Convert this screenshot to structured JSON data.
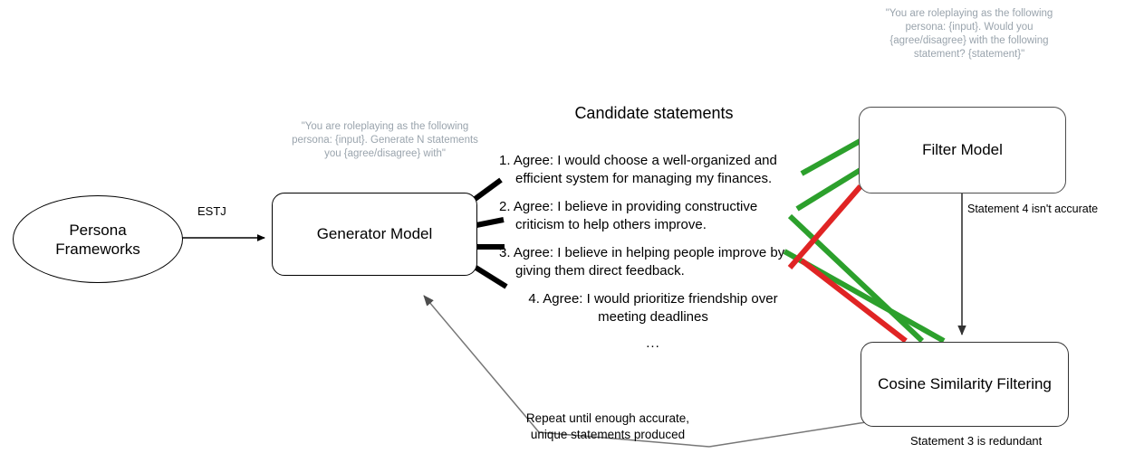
{
  "diagram": {
    "title": "Persona statement generation and filtering pipeline",
    "colors": {
      "approve_line": "#2ca02c",
      "reject_line": "#e02424",
      "prompt_text": "#9aa4ad",
      "feedback_arrow": "#666666",
      "node_stroke": "#000000",
      "background": "#ffffff"
    }
  },
  "nodes": {
    "persona": {
      "label_line1": "Persona",
      "label_line2": "Frameworks",
      "shape": "ellipse"
    },
    "generator": {
      "label": "Generator Model",
      "shape": "rounded-rect"
    },
    "filter": {
      "label": "Filter Model",
      "shape": "rounded-rect"
    },
    "cosine": {
      "label": "Cosine Similarity Filtering",
      "shape": "rounded-rect"
    }
  },
  "prompts": {
    "generator": "\"You are roleplaying as the following persona: {input}. Generate N statements you {agree/disagree} with\"",
    "filter": "\"You are roleplaying as the following persona: {input}. Would you {agree/disagree} with the following statement? {statement}\""
  },
  "edges": {
    "persona_to_generator": "ESTJ",
    "filter_to_cosine": "Statement 4 isn't accurate",
    "cosine_note": "Statement 3 is redundant",
    "feedback": "Repeat until enough accurate, unique statements produced"
  },
  "statements": {
    "heading": "Candidate statements",
    "items": [
      {
        "line1": "1. Agree: I would choose a well-organized and",
        "line2": "efficient system for managing my finances.",
        "verdict": "accurate"
      },
      {
        "line1": "2. Agree: I believe in providing constructive",
        "line2": "criticism to help others improve.",
        "verdict": "accurate"
      },
      {
        "line1": "3. Agree: I believe in helping people improve by",
        "line2": "giving them direct feedback.",
        "verdict": "redundant"
      },
      {
        "line1": "4. Agree: I would prioritize friendship over",
        "line2": "meeting deadlines",
        "verdict": "inaccurate"
      }
    ],
    "ellipsis": "..."
  }
}
